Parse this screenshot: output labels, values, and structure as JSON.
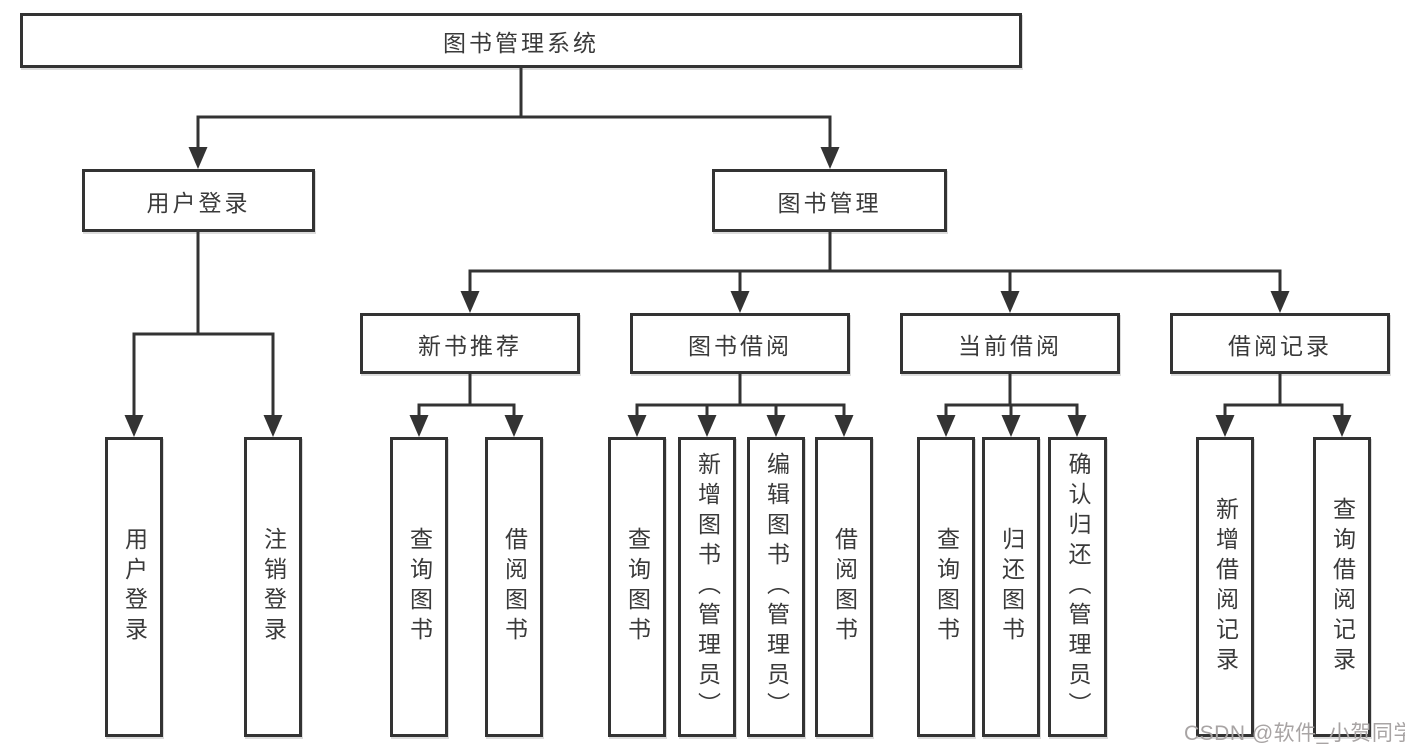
{
  "diagram": {
    "root": {
      "label": "图书管理系统"
    },
    "branches": [
      {
        "label": "用户登录",
        "children": [
          {
            "label": "用户登录"
          },
          {
            "label": "注销登录"
          }
        ]
      },
      {
        "label": "图书管理",
        "modules": [
          {
            "label": "新书推荐",
            "children": [
              {
                "label": "查询图书"
              },
              {
                "label": "借阅图书"
              }
            ]
          },
          {
            "label": "图书借阅",
            "children": [
              {
                "label": "查询图书"
              },
              {
                "label": "新增图书（管理员）"
              },
              {
                "label": "编辑图书（管理员）"
              },
              {
                "label": "借阅图书"
              }
            ]
          },
          {
            "label": "当前借阅",
            "children": [
              {
                "label": "查询图书"
              },
              {
                "label": "归还图书"
              },
              {
                "label": "确认归还（管理员）"
              }
            ]
          },
          {
            "label": "借阅记录",
            "children": [
              {
                "label": "新增借阅记录"
              },
              {
                "label": "查询借阅记录"
              }
            ]
          }
        ]
      }
    ]
  },
  "watermark": {
    "text": "CSDN @软件_小贺同学"
  },
  "colors": {
    "line": "#333333",
    "text": "#3a3a3a",
    "background": "#ffffff",
    "watermark": "#a8a4a4"
  }
}
